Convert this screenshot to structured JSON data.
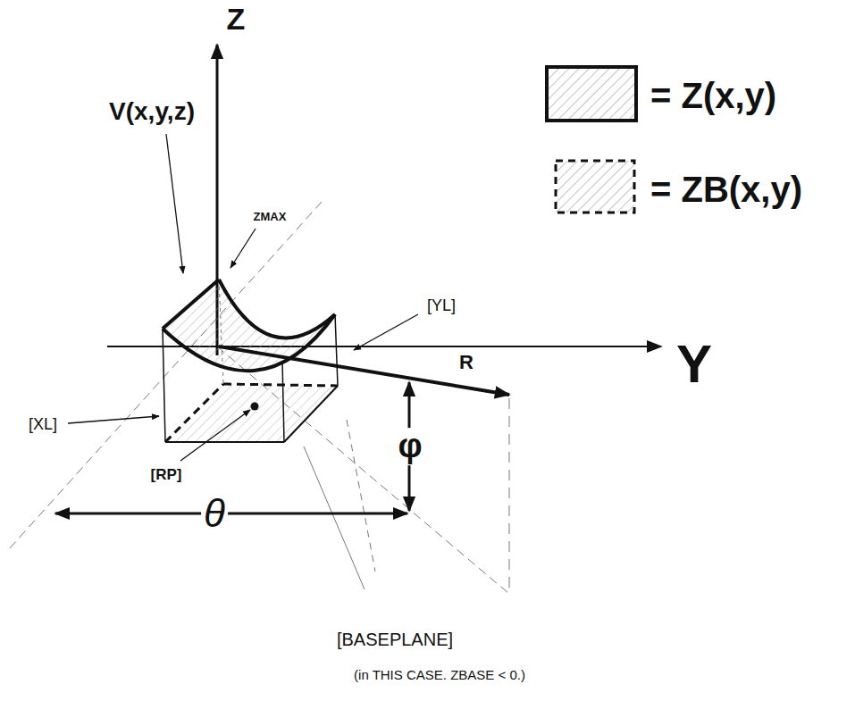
{
  "diagram": {
    "labels": [
      "Z",
      "Y",
      "V(x,y,z)",
      "ZMAX",
      "[YL]",
      "[XL]",
      "R",
      "[RP]",
      "θ",
      "φ",
      "[BASEPLANE]",
      "(in THIS CASE. ZBASE < 0.)"
    ],
    "legend": [
      {
        "text": "= Z(x,y)"
      },
      {
        "text": "= ZB(x,y)"
      }
    ]
  }
}
